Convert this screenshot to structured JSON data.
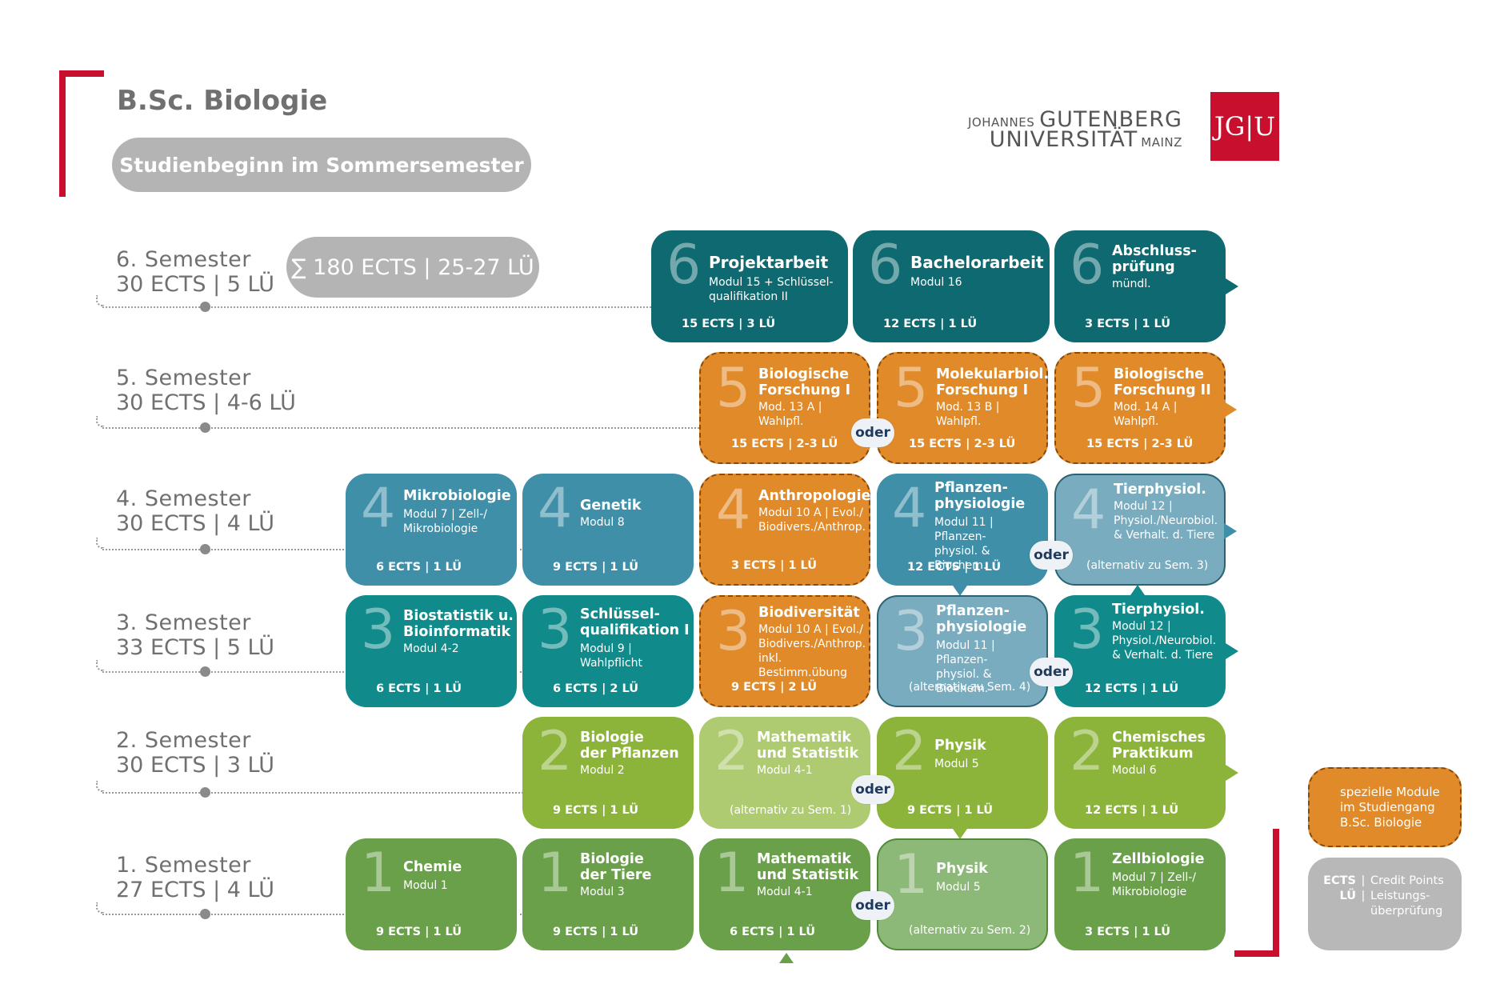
{
  "header": {
    "title": "B.Sc. Biologie",
    "subtitle": "Studienbeginn im Sommersemester",
    "total": "∑ 180 ECTS | 25-27 LÜ"
  },
  "logo": {
    "line1_small": "JOHANNES",
    "line1_big": "GUTENBERG",
    "line2_big": "UNIVERSITÄT",
    "line2_small": "MAINZ",
    "mark": "JG|U",
    "mark_color": "#c8102e"
  },
  "semesters": [
    {
      "label": "6. Semester",
      "credits": "30 ECTS | 5 LÜ"
    },
    {
      "label": "5. Semester",
      "credits": "30 ECTS | 4-6 LÜ"
    },
    {
      "label": "4. Semester",
      "credits": "30 ECTS | 4 LÜ"
    },
    {
      "label": "3. Semester",
      "credits": "33 ECTS | 5 LÜ"
    },
    {
      "label": "2. Semester",
      "credits": "30 ECTS | 3 LÜ"
    },
    {
      "label": "1. Semester",
      "credits": "27 ECTS | 4 LÜ"
    }
  ],
  "modules": {
    "s6_projekt": {
      "num": "6",
      "title": "Projektarbeit",
      "sub": "Modul 15 + Schlüssel-\nqualifikation II",
      "foot": "15 ECTS | 3 LÜ"
    },
    "s6_bachelor": {
      "num": "6",
      "title": "Bachelorarbeit",
      "sub": "Modul 16",
      "foot": "12 ECTS | 1 LÜ"
    },
    "s6_abschluss": {
      "num": "6",
      "title": "Abschluss-\nprüfung",
      "sub": "mündl.",
      "foot": "3 ECTS | 1 LÜ"
    },
    "s5_bioforsch1": {
      "num": "5",
      "title": "Biologische\nForschung I",
      "sub": "Mod. 13 A | Wahlpfl.",
      "foot": "15 ECTS | 2-3 LÜ"
    },
    "s5_molbio": {
      "num": "5",
      "title": "Molekularbiol.\nForschung I",
      "sub": "Mod. 13 B | Wahlpfl.",
      "foot": "15 ECTS | 2-3 LÜ"
    },
    "s5_bioforsch2": {
      "num": "5",
      "title": "Biologische\nForschung II",
      "sub": "Mod. 14 A | Wahlpfl.",
      "foot": "15 ECTS | 2-3 LÜ"
    },
    "s4_mikro": {
      "num": "4",
      "title": "Mikrobiologie",
      "sub": "Modul 7 | Zell-/\nMikrobiologie",
      "foot": "6 ECTS | 1 LÜ"
    },
    "s4_genetik": {
      "num": "4",
      "title": "Genetik",
      "sub": "Modul 8",
      "foot": "9 ECTS | 1 LÜ"
    },
    "s4_anthro": {
      "num": "4",
      "title": "Anthropologie",
      "sub": "Modul 10 A | Evol./\nBiodivers./Anthrop.",
      "foot": "3 ECTS | 1 LÜ"
    },
    "s4_pflanzen": {
      "num": "4",
      "title": "Pflanzen-\nphysiologie",
      "sub": "Modul 11 | Pflanzen-\nphysiol. & Biochem.",
      "foot": "12 ECTS | 1 LÜ"
    },
    "s4_tier": {
      "num": "4",
      "title": "Tierphysiol.",
      "sub": "Modul 12  |\nPhysiol./Neurobiol.\n& Verhalt. d. Tiere",
      "foot": "(alternativ zu Sem. 3)"
    },
    "s3_biostat": {
      "num": "3",
      "title": "Biostatistik u.\nBioinformatik",
      "sub": "Modul 4-2",
      "foot": "6 ECTS | 1 LÜ"
    },
    "s3_schluessel": {
      "num": "3",
      "title": "Schlüssel-\nqualifikation  I",
      "sub": "Modul 9 | Wahlpflicht",
      "foot": "6 ECTS | 2 LÜ"
    },
    "s3_biodiv": {
      "num": "3",
      "title": "Biodiversität",
      "sub": "Modul 10 A | Evol./\nBiodivers./Anthrop.\ninkl. Bestimm.übung",
      "foot": "9 ECTS | 2 LÜ"
    },
    "s3_pflanzen": {
      "num": "3",
      "title": "Pflanzen-\nphysiologie",
      "sub": "Modul 11 | Pflanzen-\nphysiol. & Biochem.",
      "foot": "(alternativ zu Sem. 4)"
    },
    "s3_tier": {
      "num": "3",
      "title": "Tierphysiol.",
      "sub": "Modul 12  |\nPhysiol./Neurobiol.\n& Verhalt. d. Tiere",
      "foot": "12 ECTS | 1 LÜ"
    },
    "s2_pflanzen": {
      "num": "2",
      "title": "Biologie\nder Pflanzen",
      "sub": "Modul 2",
      "foot": "9 ECTS | 1 LÜ"
    },
    "s2_mathe": {
      "num": "2",
      "title": "Mathematik\nund Statistik",
      "sub": "Modul 4-1",
      "foot": "(alternativ zu Sem. 1)"
    },
    "s2_physik": {
      "num": "2",
      "title": "Physik",
      "sub": "Modul 5",
      "foot": "9 ECTS | 1 LÜ"
    },
    "s2_chem": {
      "num": "2",
      "title": "Chemisches\nPraktikum",
      "sub": "Modul 6",
      "foot": "12 ECTS | 1 LÜ"
    },
    "s1_chemie": {
      "num": "1",
      "title": "Chemie",
      "sub": "Modul 1",
      "foot": "9 ECTS | 1 LÜ"
    },
    "s1_tiere": {
      "num": "1",
      "title": "Biologie\nder Tiere",
      "sub": "Modul 3",
      "foot": "9 ECTS | 1 LÜ"
    },
    "s1_mathe": {
      "num": "1",
      "title": "Mathematik\nund Statistik",
      "sub": "Modul 4-1",
      "foot": "6 ECTS | 1 LÜ"
    },
    "s1_physik": {
      "num": "1",
      "title": "Physik",
      "sub": "Modul 5",
      "foot": "(alternativ zu Sem. 2)"
    },
    "s1_zell": {
      "num": "1",
      "title": "Zellbiologie",
      "sub": "Modul 7 | Zell-/\nMikrobiologie",
      "foot": "3 ECTS | 1 LÜ"
    }
  },
  "oder_label": "oder",
  "legend": {
    "special": "spezielle Module\nim Studiengang\nB.Sc. Biologie",
    "ects_key": "ECTS",
    "ects_val": "Credit Points",
    "lue_key": "LÜ",
    "lue_val1": "Leistungs-",
    "lue_val2": "überprüfung",
    "sep": "|"
  },
  "colors": {
    "accent_red": "#c8102e",
    "dark_teal": "#0e6a70",
    "orange": "#e08a2a",
    "steel_blue": "#3f8fa8",
    "light_steel": "#7aacbf",
    "teal": "#108a8a",
    "lime": "#8cb43a",
    "light_lime": "#aecb72",
    "green": "#6aa04a",
    "light_green": "#8cb878",
    "gray": "#b4b4b4"
  }
}
